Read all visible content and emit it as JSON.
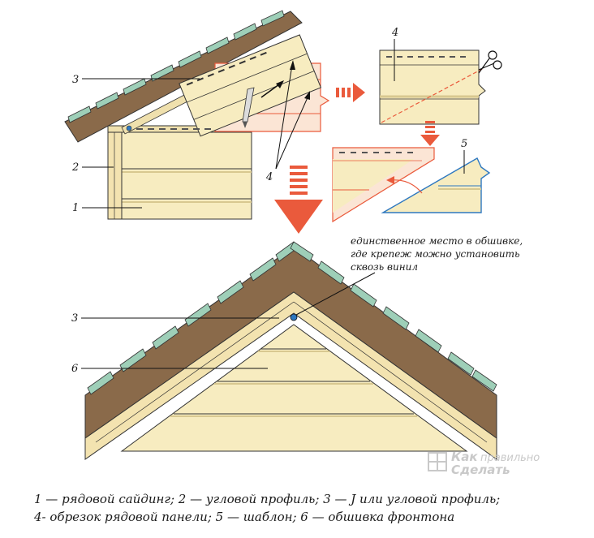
{
  "labels": {
    "l1": "1",
    "l2": "2",
    "l3_top": "3",
    "l3_bottom": "3",
    "l4_top": "4",
    "l4_mid": "4",
    "l5": "5",
    "l6": "6"
  },
  "note": {
    "line1": "единственное место в обшивке,",
    "line2": "где крепеж можно установить",
    "line3": "сквозь винил"
  },
  "legend": {
    "line1": "1 — рядовой сайдинг; 2 — угловой профиль; 3 — J или угловой профиль;",
    "line2": "4- обрезок рядовой панели; 5 — шаблон; 6 — обшивка фронтона"
  },
  "watermark": {
    "line1": "Как",
    "line1b": "правильно",
    "line2": "Сделать"
  },
  "colors": {
    "roof_brown": "#8a6a4a",
    "shingle_green": "#9ecfb8",
    "siding_cream": "#f7ecc0",
    "arrow_red": "#ea5a3c",
    "template_blue": "#2e78c0",
    "outline": "#333333"
  }
}
